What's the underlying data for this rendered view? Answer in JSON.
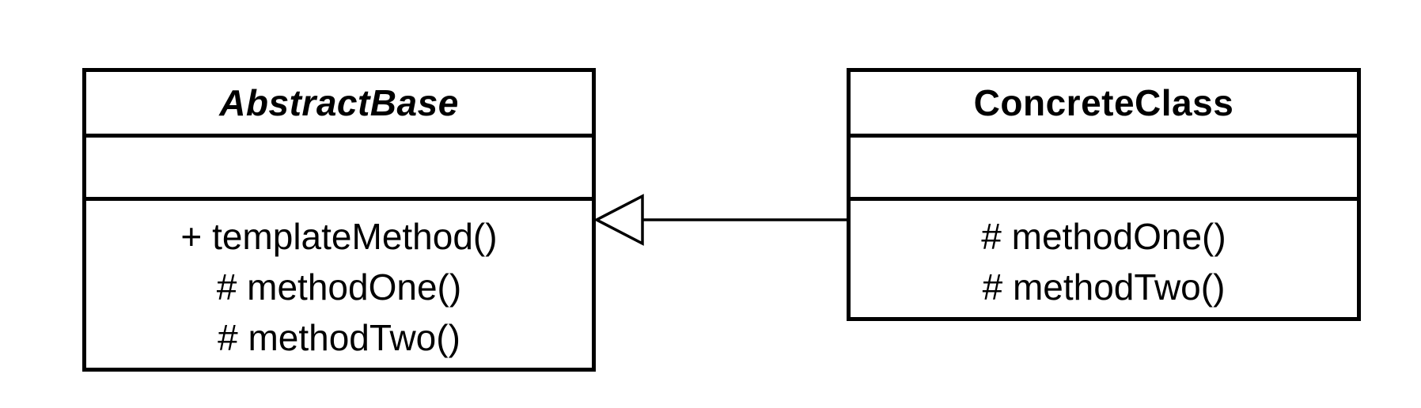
{
  "diagram": {
    "classes": [
      {
        "name": "AbstractBase",
        "abstract": true,
        "attributes": [],
        "operations": [
          "+ templateMethod()",
          "# methodOne()",
          "# methodTwo()"
        ]
      },
      {
        "name": "ConcreteClass",
        "abstract": false,
        "attributes": [],
        "operations": [
          "# methodOne()",
          "# methodTwo()"
        ]
      }
    ],
    "relationships": [
      {
        "type": "generalization",
        "from": "ConcreteClass",
        "to": "AbstractBase"
      }
    ]
  }
}
